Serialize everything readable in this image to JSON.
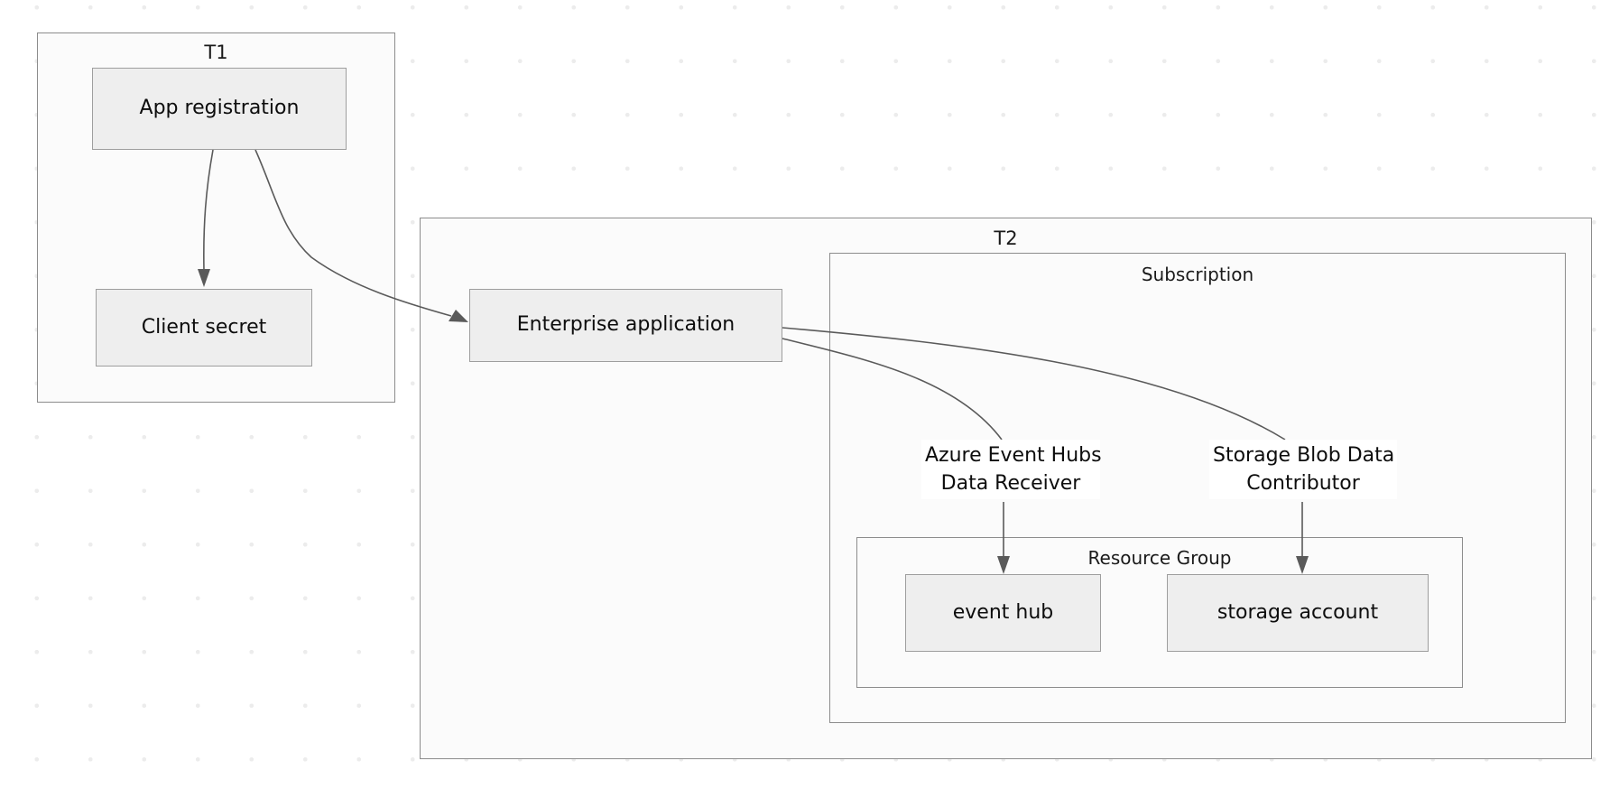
{
  "diagram": {
    "title": "Azure multi-tenant app registration and role assignment diagram",
    "background_color": "#ffffff",
    "dot_grid_color": "#ececec",
    "container_fill": "#fbfbfb",
    "container_border": "#8c8c8c",
    "node_fill": "#eeeeee",
    "node_border": "#9e9e9e",
    "edge_color": "#5a5a5a",
    "text_color": "#0d0d0d"
  },
  "groups": {
    "t1": {
      "label": "T1"
    },
    "t2": {
      "label": "T2"
    },
    "subscription": {
      "label": "Subscription"
    },
    "resource_group": {
      "label": "Resource Group"
    }
  },
  "nodes": {
    "app_registration": {
      "label": "App registration"
    },
    "client_secret": {
      "label": "Client secret"
    },
    "enterprise_application": {
      "label": "Enterprise application"
    },
    "event_hub": {
      "label": "event hub"
    },
    "storage_account": {
      "label": "storage account"
    }
  },
  "edge_labels": {
    "event_hubs_role": "Azure Event Hubs\nData Receiver",
    "blob_role": "Storage Blob Data\nContributor"
  },
  "edges": [
    {
      "from": "App registration",
      "to": "Client secret",
      "style": "curved-arrow"
    },
    {
      "from": "App registration",
      "to": "Enterprise application",
      "style": "curved-arrow"
    },
    {
      "from": "Enterprise application",
      "to": "Azure Event Hubs Data Receiver",
      "style": "curved"
    },
    {
      "from": "Enterprise application",
      "to": "Storage Blob Data Contributor",
      "style": "curved"
    },
    {
      "from": "Azure Event Hubs Data Receiver",
      "to": "event hub",
      "style": "straight-arrow"
    },
    {
      "from": "Storage Blob Data Contributor",
      "to": "storage account",
      "style": "straight-arrow"
    }
  ]
}
